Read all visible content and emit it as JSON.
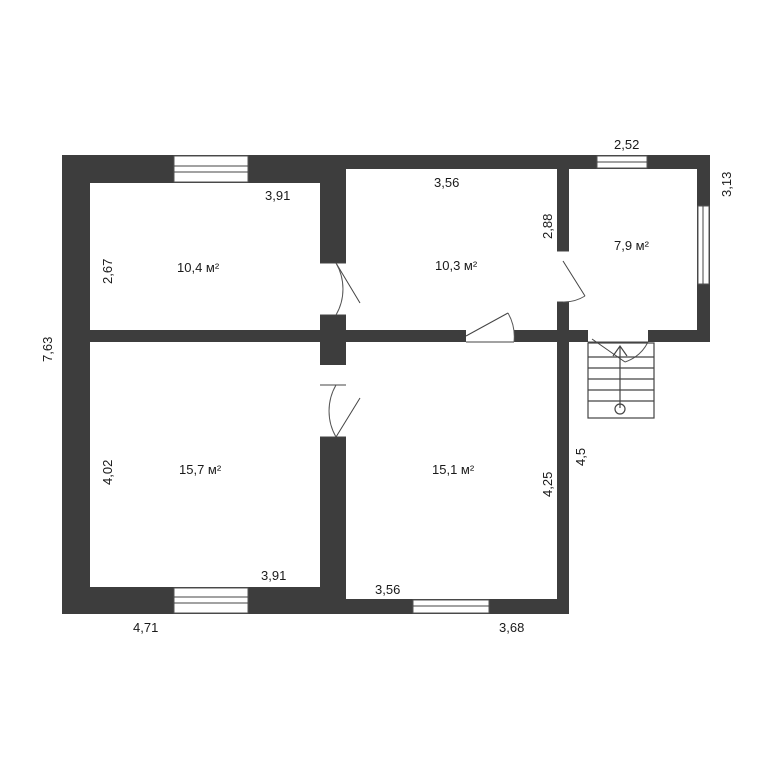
{
  "dimensions": {
    "top_left_inner_width": "3,91",
    "top_middle_inner_width": "3,56",
    "top_right_outer_width": "2,52",
    "right_small_height": "3,13",
    "top_left_inner_height": "2,67",
    "top_middle_inner_height": "2,88",
    "overall_height": "7,63",
    "bottom_left_inner_height": "4,02",
    "bottom_middle_inner_height": "4,25",
    "bottom_right_outer_height": "4,5",
    "bottom_left_inner_width": "3,91",
    "bottom_middle_inner_width": "3,56",
    "bottom_left_outer_width": "4,71",
    "bottom_right_outer_width": "3,68"
  },
  "rooms": {
    "room_top_left_area": "10,4 м²",
    "room_top_middle_area": "10,3 м²",
    "room_top_right_area": "7,9 м²",
    "room_bottom_left_area": "15,7 м²",
    "room_bottom_middle_area": "15,1 м²"
  }
}
